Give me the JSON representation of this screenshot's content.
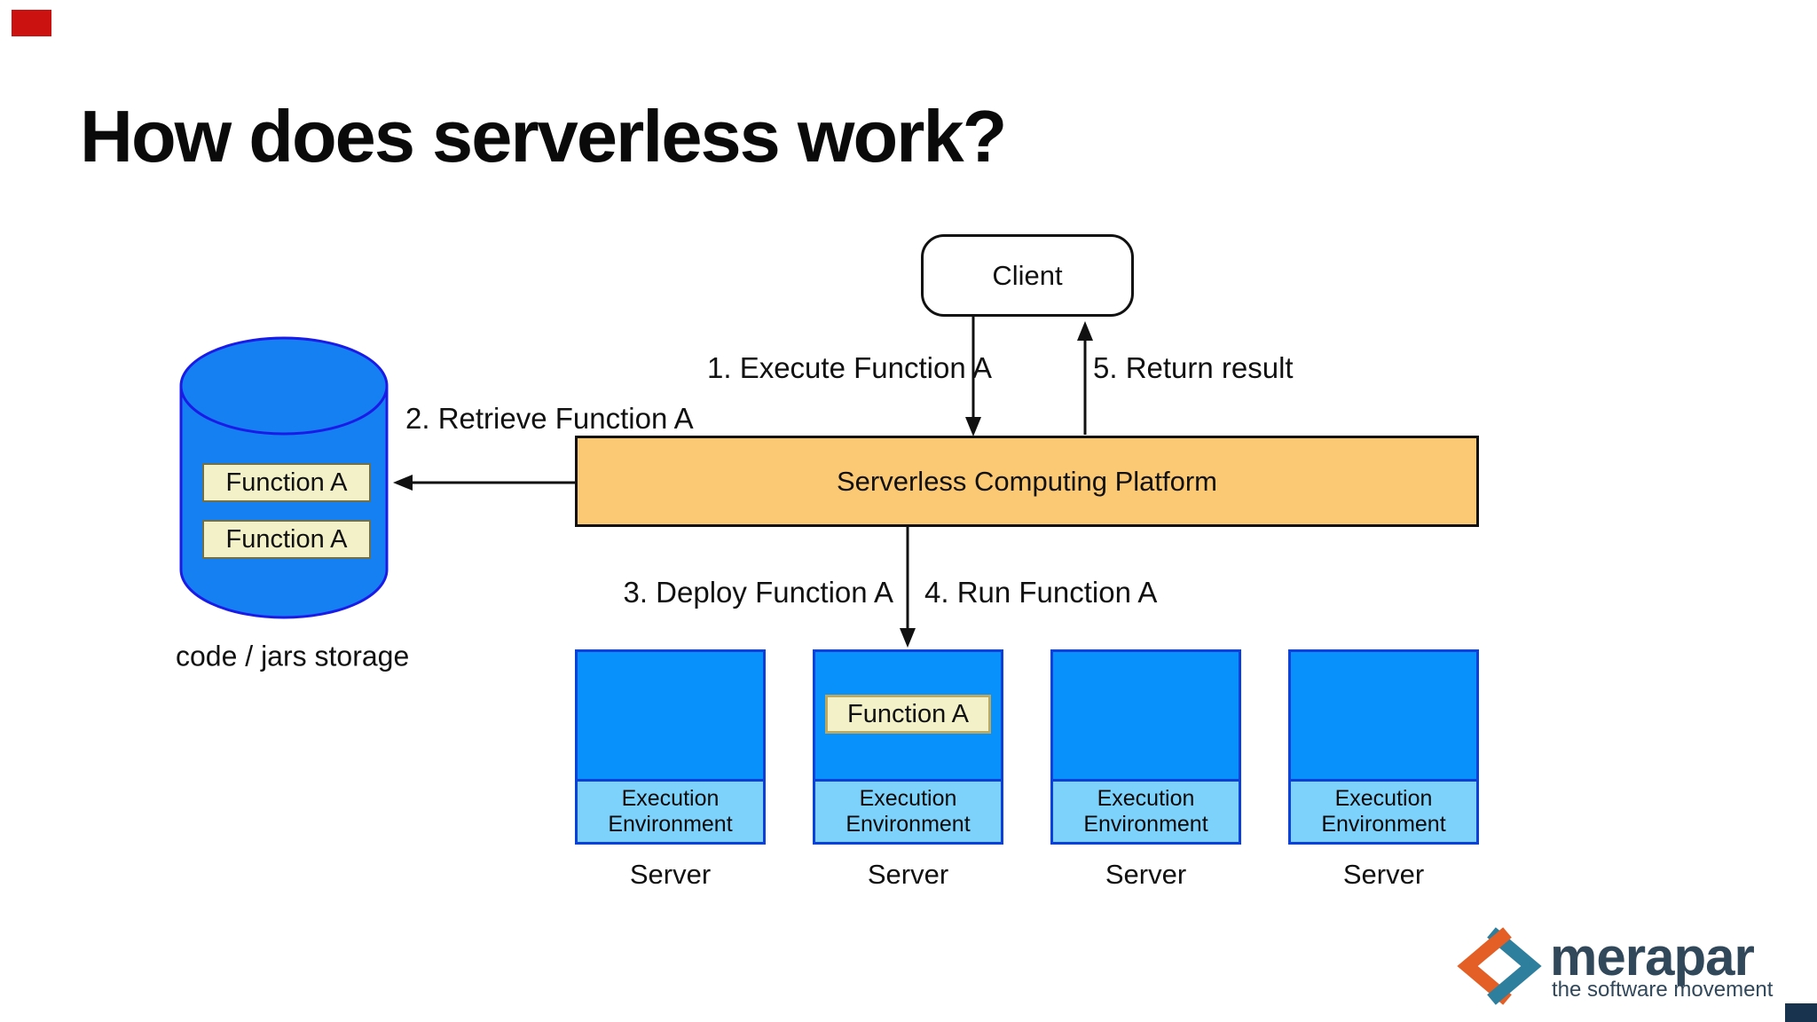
{
  "slide": {
    "title": "How does serverless work?"
  },
  "client": {
    "label": "Client"
  },
  "platform": {
    "label": "Serverless Computing Platform"
  },
  "storage": {
    "caption": "code / jars storage",
    "functions": [
      {
        "label": "Function A"
      },
      {
        "label": "Function A"
      }
    ]
  },
  "flows": {
    "execute": "1. Execute Function A",
    "retrieve": "2. Retrieve Function A",
    "deploy": "3. Deploy Function A",
    "run": "4. Run Function A",
    "return": "5. Return result"
  },
  "servers": [
    {
      "caption": "Server",
      "exec_env": [
        "Execution",
        "Environment"
      ],
      "function_label": null
    },
    {
      "caption": "Server",
      "exec_env": [
        "Execution",
        "Environment"
      ],
      "function_label": "Function A"
    },
    {
      "caption": "Server",
      "exec_env": [
        "Execution",
        "Environment"
      ],
      "function_label": null
    },
    {
      "caption": "Server",
      "exec_env": [
        "Execution",
        "Environment"
      ],
      "function_label": null
    }
  ],
  "logo": {
    "wordmark": "merapar",
    "tagline": "the software movement"
  },
  "colors": {
    "platform_fill": "#fbc973",
    "server_fill": "#0991fb",
    "server_border": "#0b41d8",
    "exec_env_fill": "#7dd2fb",
    "storage_cylinder_fill": "#1580f1",
    "storage_cylinder_border": "#1b1be8",
    "function_box_fill": "#f2f1c7",
    "arrow": "#111111",
    "logo_orange": "#e45f26",
    "logo_teal": "#2d7f9d",
    "logo_navy": "#31475a",
    "corner_red": "#cc1111",
    "corner_navy": "#17334e"
  }
}
